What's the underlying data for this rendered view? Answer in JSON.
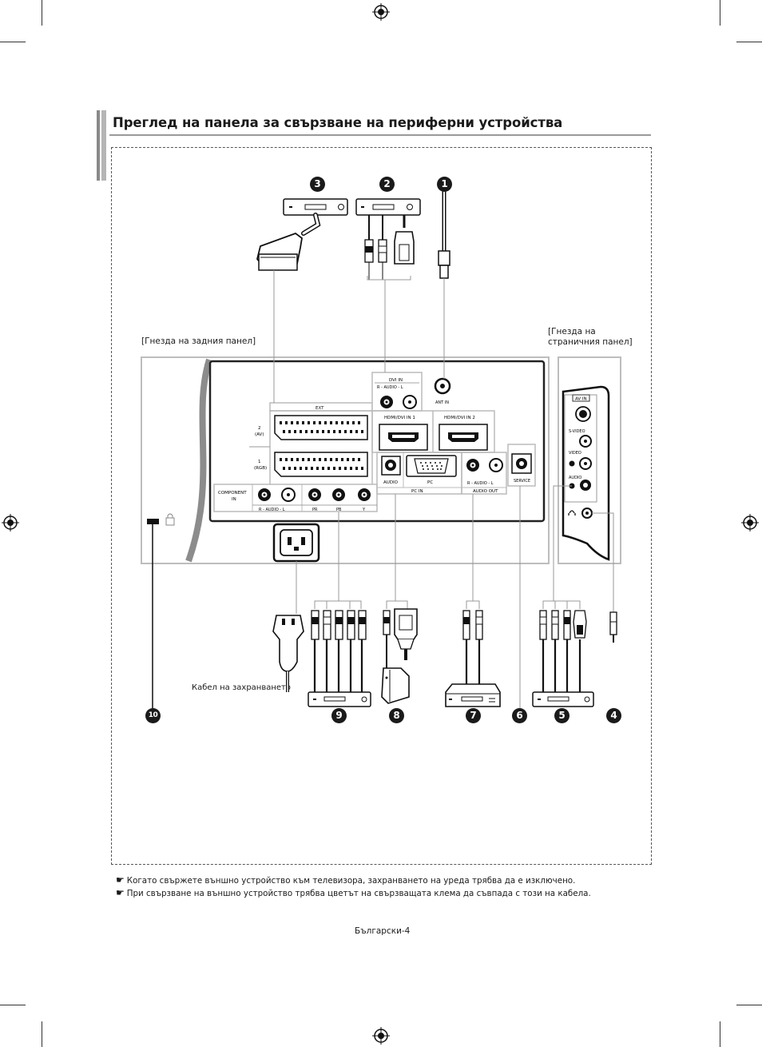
{
  "page": {
    "title": "Преглед на панела за свързване на периферни устройства",
    "page_number": "Български-4"
  },
  "diagram": {
    "rear_panel_label": "[Гнезда на задния панел]",
    "side_panel_label_line1": "[Гнезда на",
    "side_panel_label_line2": "страничния панел]",
    "power_cable_label": "Кабел на захранването",
    "badges": [
      "1",
      "2",
      "3",
      "4",
      "5",
      "6",
      "7",
      "8",
      "9",
      "10"
    ],
    "panel_labels": {
      "ext": "EXT",
      "ext_av_num": "2",
      "ext_av": "(AV)",
      "ext_rgb_num": "1",
      "ext_rgb": "(RGB)",
      "dvi_in": "DVI IN",
      "dvi_audio": "R - AUDIO - L",
      "ant_in": "ANT IN",
      "hdmi1": "HDMI/DVI IN 1",
      "hdmi2": "HDMI/DVI IN 2",
      "component_in_1": "COMPONENT",
      "component_in_2": "IN",
      "comp_audio": "R - AUDIO - L",
      "pr": "PR",
      "pb": "PB",
      "y": "Y",
      "audio": "AUDIO",
      "pc": "PC",
      "pc_in": "PC IN",
      "audio_out_lr": "R - AUDIO - L",
      "audio_out": "AUDIO OUT",
      "service": "SERVICE",
      "av_in": "AV IN",
      "s_video": "S-VIDEO",
      "video": "VIDEO",
      "side_audio": "AUDIO"
    }
  },
  "notes": [
    {
      "icon": "pointing-hand-icon",
      "text": "Когато свържете външно устройство към телевизора, захранването на уреда трябва да е изключено."
    },
    {
      "icon": "pointing-hand-icon",
      "text": "При свързване на външно устройство трябва цветът на свързващата клема да съвпада с този на кабела."
    }
  ]
}
